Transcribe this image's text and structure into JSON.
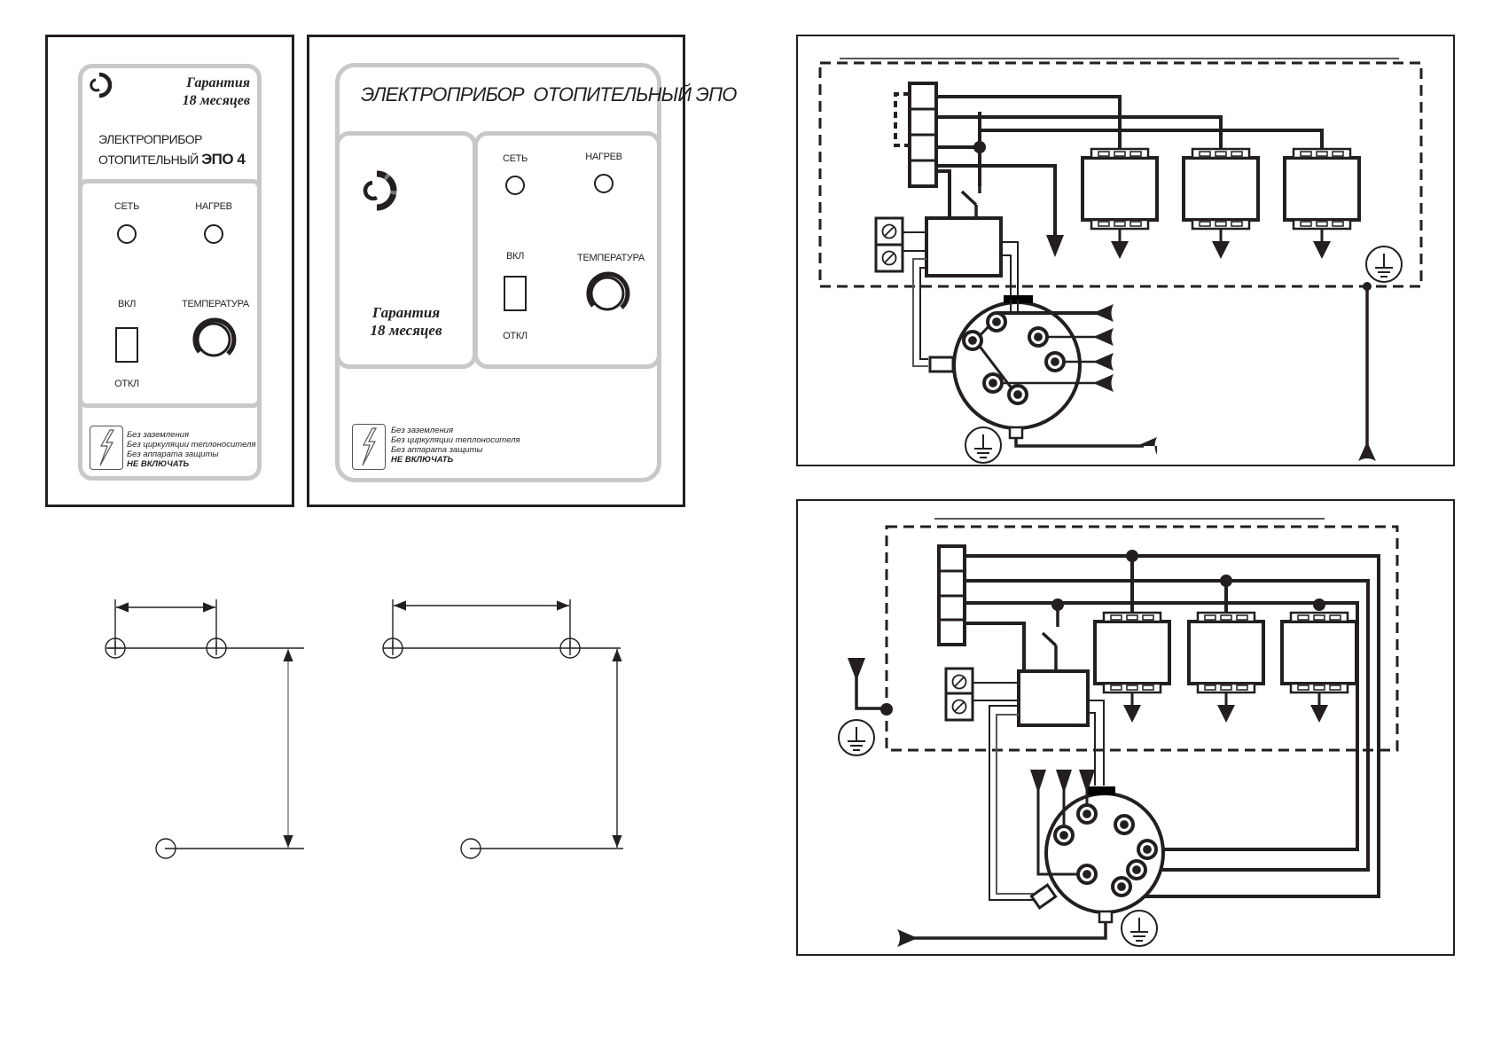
{
  "panel_small": {
    "warranty_line1": "Гарантия",
    "warranty_line2": "18 месяцев",
    "title_line1": "ЭЛЕКТРОПРИБОР",
    "title_line2_prefix": "ОТОПИТЕЛЬНЫЙ",
    "title_line2_model": "ЭПО 4",
    "lamp_power_label": "СЕТЬ",
    "lamp_heat_label": "НАГРЕВ",
    "switch_on_label": "ВКЛ",
    "switch_off_label": "ОТКЛ",
    "temperature_label": "ТЕМПЕРАТУРА",
    "warnings": [
      "Без заземления",
      "Без циркуляции теплоносителя",
      "Без аппарата защиты"
    ],
    "warning_strong": "НЕ ВКЛЮЧАТЬ",
    "logo_icon": "company-logo-icon",
    "hazard_icon": "lightning-hazard-icon"
  },
  "panel_large": {
    "title": "ЭЛЕКТРОПРИБОР  ОТОПИТЕЛЬНЫЙ ЭПО",
    "warranty_line1": "Гарантия",
    "warranty_line2": "18 месяцев",
    "lamp_power_label": "СЕТЬ",
    "lamp_heat_label": "НАГРЕВ",
    "switch_on_label": "ВКЛ",
    "switch_off_label": "ОТКЛ",
    "temperature_label": "ТЕМПЕРАТУРА",
    "warnings": [
      "Без заземления",
      "Без циркуляции теплоносителя",
      "Без аппарата защиты"
    ],
    "warning_strong": "НЕ ВКЛЮЧАТЬ",
    "logo_icon": "company-logo-icon",
    "hazard_icon": "lightning-hazard-icon"
  },
  "mounting_drawings": [
    {
      "name": "mounting-drawing-small",
      "holes": 3
    },
    {
      "name": "mounting-drawing-large",
      "holes": 3
    }
  ],
  "wiring_diagrams": [
    {
      "name": "wiring-diagram-top",
      "terminal_block_cells": 4,
      "contactors": 3,
      "heater_pins": 6,
      "ground_symbols": 2
    },
    {
      "name": "wiring-diagram-bottom",
      "terminal_block_cells": 4,
      "contactors": 3,
      "heater_pins": 7,
      "ground_symbols": 2
    }
  ],
  "colors": {
    "ink": "#231f20",
    "panel_border": "#c8c8c8"
  }
}
